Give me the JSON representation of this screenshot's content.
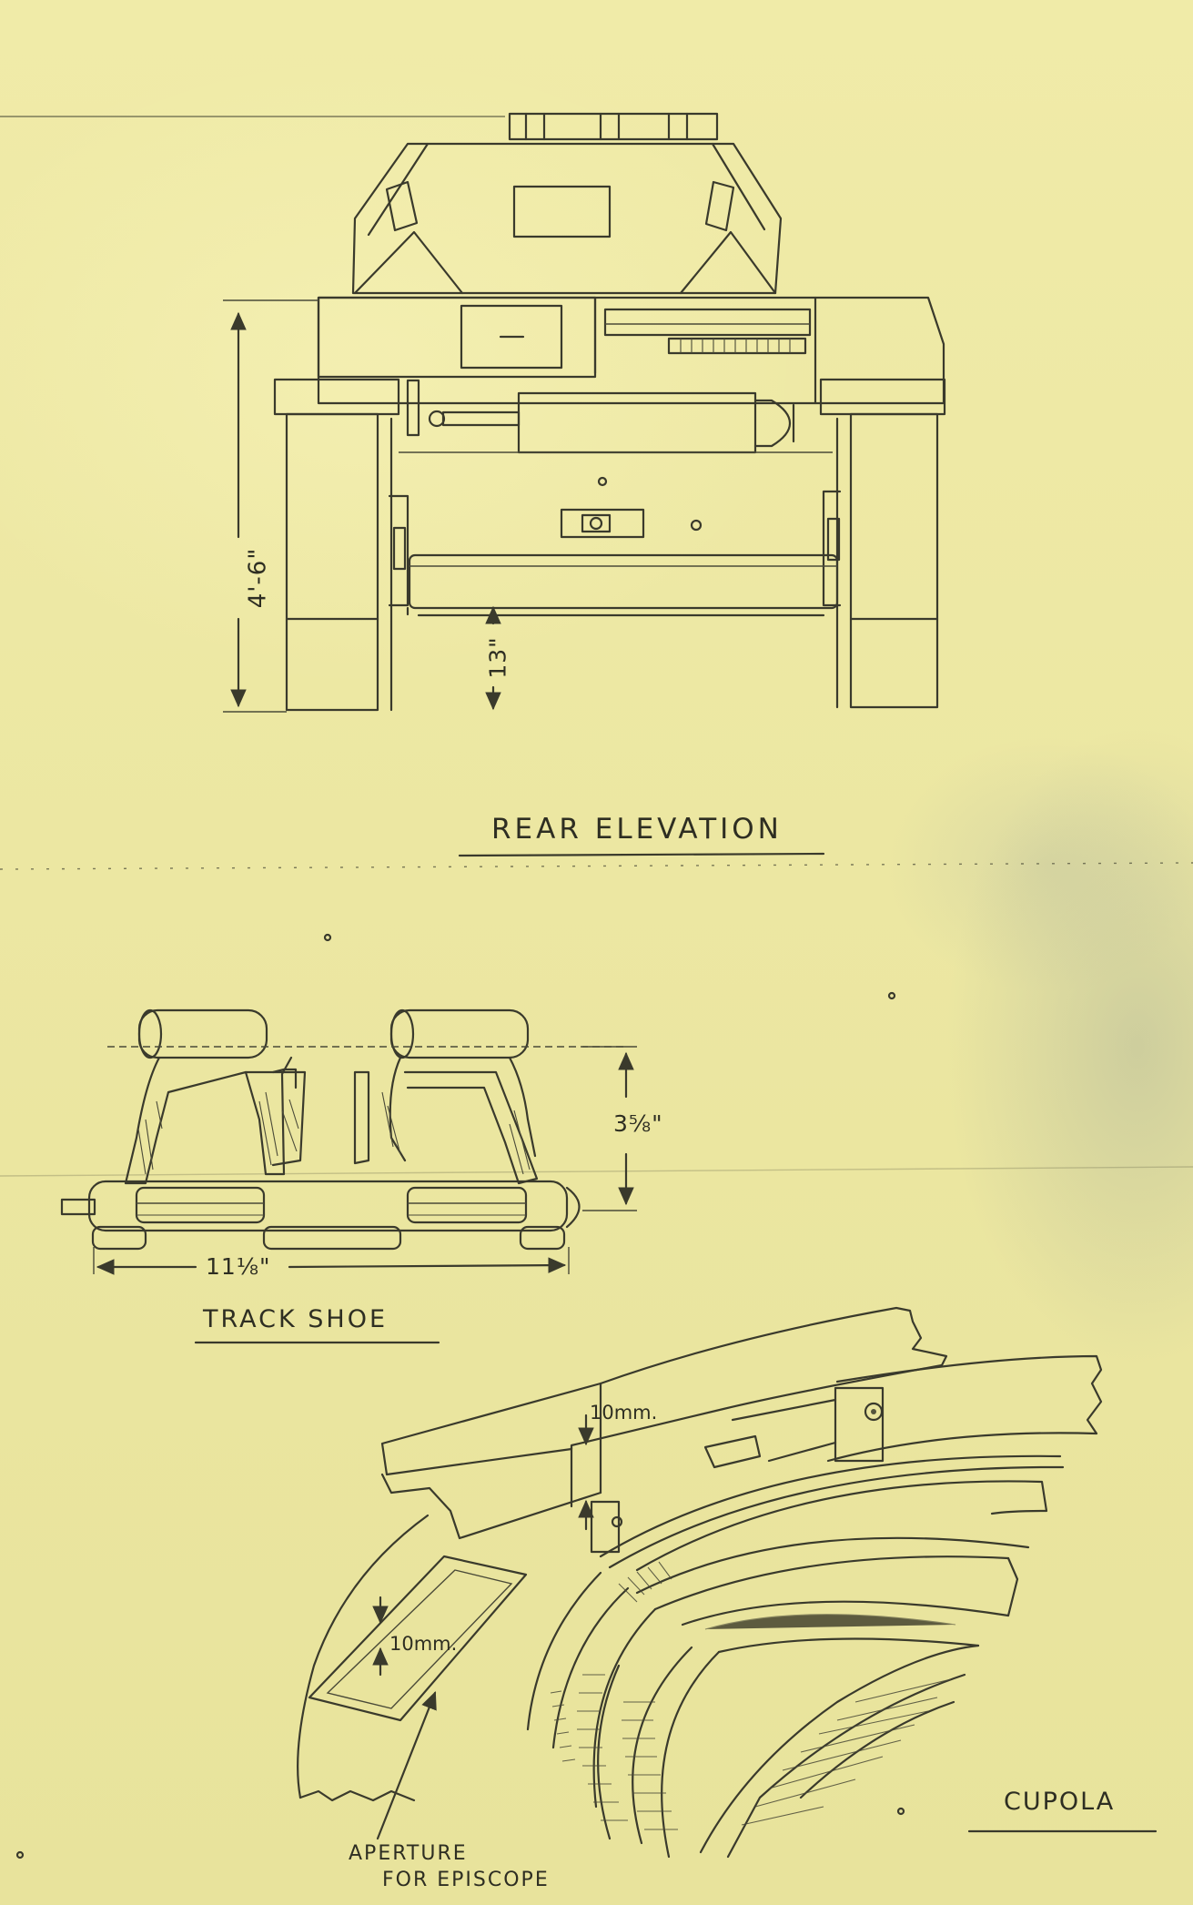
{
  "labels": {
    "rear_elevation": "REAR ELEVATION",
    "track_shoe": "TRACK SHOE",
    "cupola": "CUPOLA",
    "aperture_line1": "APERTURE",
    "aperture_line2": "FOR EPISCOPE"
  },
  "dimensions": {
    "overall_height": "4'-6\"",
    "ground_clearance": "13\"",
    "shoe_height": "3⅝\"",
    "shoe_length": "11⅛\"",
    "cupola_thickness_top": "10mm.",
    "cupola_thickness_side": "10mm."
  },
  "colors": {
    "paper": "#ece8a4",
    "ink": "#3a3a2c"
  }
}
